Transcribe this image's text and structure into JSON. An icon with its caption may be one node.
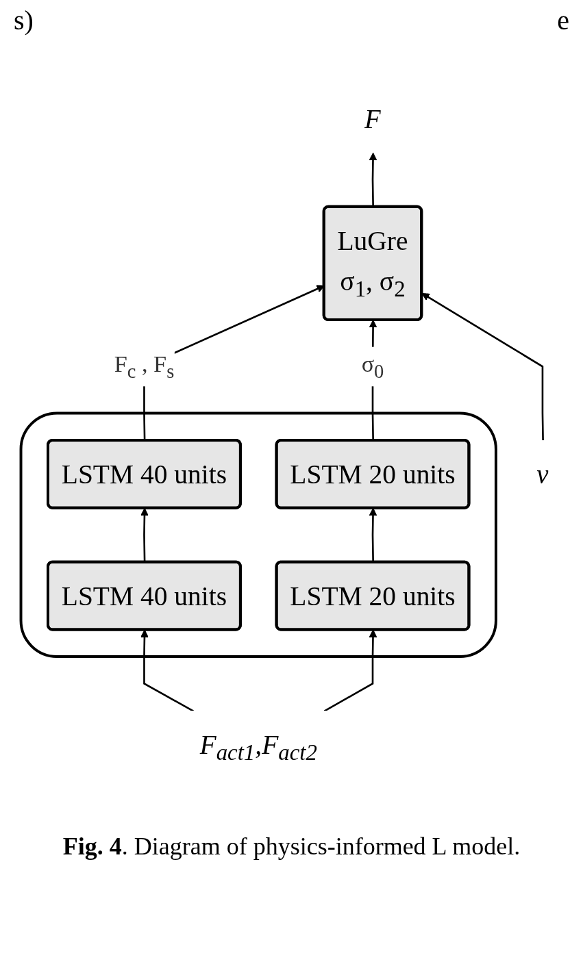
{
  "diagram": {
    "caption": "**Fig. 4**. Diagram of physics-informed L model.",
    "nodes": [
      {
        "text": [
          "LuGre",
          "σ$_{1}$, σ$_{2}$"
        ]
      },
      {
        "text": [],
        "shape": "box"
      },
      {
        "text": [
          "LSTM 40 units"
        ],
        "in": 1
      },
      {
        "text": [
          "LSTM 20 units"
        ],
        "in": 1
      },
      {
        "text": [
          "LSTM 40 units"
        ],
        "in": 1
      },
      {
        "text": [
          "LSTM 20 units"
        ],
        "in": 1
      },
      {
        "text": [
          "F"
        ]
      },
      {
        "text": [
          "v"
        ]
      },
      {
        "text": [
          "F$_{act1}$,F$_{act2}$"
        ]
      }
    ],
    "edges": [
      {
        "from": 0,
        "to": 6,
        "arrow": "to"
      },
      {
        "from": 2,
        "to": 0,
        "arrow": "to",
        "label": "F$_{c}$ , F$_{s}$"
      },
      {
        "from": 3,
        "to": 0,
        "arrow": "to",
        "label": "σ$_{0}$"
      },
      {
        "from": 7,
        "to": 0,
        "arrow": "to"
      },
      {
        "from": 4,
        "to": 2,
        "arrow": "to"
      },
      {
        "from": 5,
        "to": 3,
        "arrow": "to"
      },
      {
        "from": 8,
        "to": 4,
        "arrow": "to"
      },
      {
        "from": 8,
        "to": 5,
        "arrow": "to"
      }
    ],
    "labels": [
      "s)",
      "e"
    ]
  }
}
